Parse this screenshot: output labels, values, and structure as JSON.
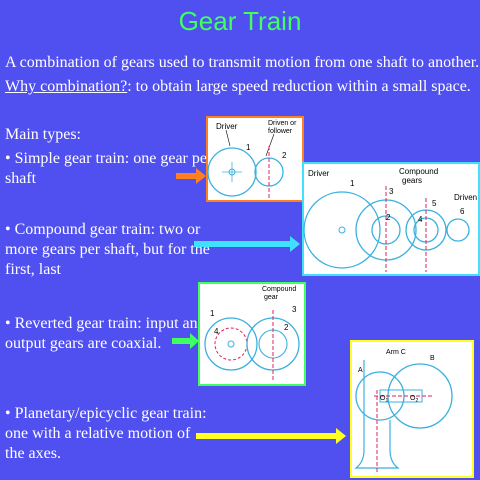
{
  "slide": {
    "title": "Gear Train",
    "intro": "A combination of gears used to transmit motion from one shaft to another.",
    "why_label": "Why combination?",
    "why_text": ": to obtain large speed reduction within a small space.",
    "main_types": "Main types:",
    "types": [
      {
        "line1": "• Simple gear train: one gear per",
        "line2": "shaft"
      },
      {
        "line1": "• Compound gear train: two or",
        "line2": "more gears per shaft, but for the",
        "line3": "first, last"
      },
      {
        "line1": "• Reverted gear train:  input and",
        "line2": "output gears are coaxial."
      },
      {
        "line1": "• Planetary/epicyclic gear train:",
        "line2": "one with a relative motion of",
        "line3": "the axes."
      }
    ]
  },
  "diagrams": {
    "simple": {
      "driver": "Driver",
      "driven1": "Driven or",
      "driven2": "follower",
      "n1": "1",
      "n2": "2"
    },
    "compound": {
      "driver": "Driver",
      "compound1": "Compound",
      "compound2": "gears",
      "driven": "Driven",
      "n1": "1",
      "n2": "2",
      "n3": "3",
      "n4": "4",
      "n5": "5",
      "n6": "6"
    },
    "reverted": {
      "compound1": "Compound",
      "compound2": "gear",
      "n1": "1",
      "n2": "2",
      "n3": "3",
      "n4": "4"
    },
    "planetary": {
      "arm": "Arm C",
      "a": "A",
      "b": "B",
      "o1": "O",
      "o2": "O",
      "s1": "1",
      "s2": "2"
    }
  },
  "colors": {
    "background": "#5050f0",
    "title": "#40ff60",
    "gear": "#3ab0e0",
    "arrow_orange": "#ff8020",
    "arrow_cyan": "#40e0ff",
    "arrow_green": "#40ff60",
    "arrow_yellow": "#ffff20"
  }
}
